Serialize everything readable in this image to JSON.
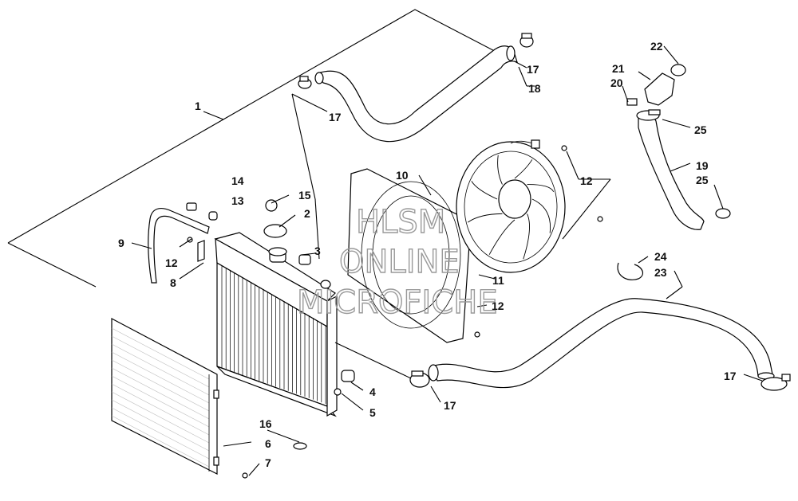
{
  "watermark": {
    "line1": "HLSM",
    "line2": "ONLINE",
    "line3": "MICROFICHE"
  },
  "labels": {
    "l1": "1",
    "l2": "2",
    "l3": "3",
    "l4": "4",
    "l5": "5",
    "l6": "6",
    "l7": "7",
    "l8": "8",
    "l9": "9",
    "l10": "10",
    "l11": "11",
    "l12a": "12",
    "l12b": "12",
    "l12c": "12",
    "l13": "13",
    "l14": "14",
    "l15": "15",
    "l16": "16",
    "l17a": "17",
    "l17b": "17",
    "l17c": "17",
    "l17d": "17",
    "l18": "18",
    "l19": "19",
    "l20": "20",
    "l21": "21",
    "l22": "22",
    "l23": "23",
    "l24": "24",
    "l25a": "25",
    "l25b": "25"
  }
}
